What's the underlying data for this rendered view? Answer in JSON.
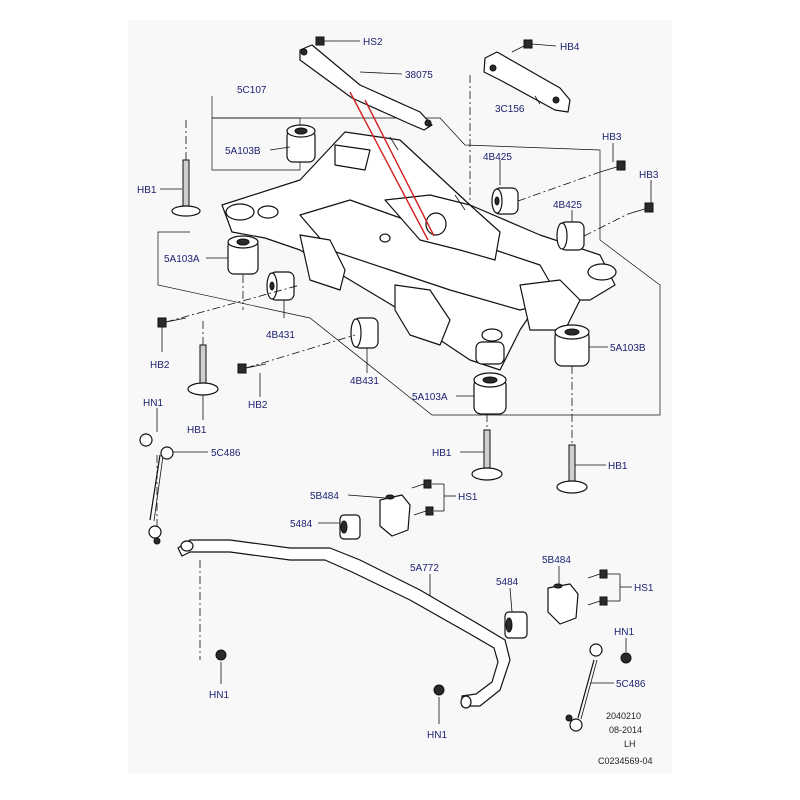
{
  "labels": {
    "hs2": "HS2",
    "p38075": "38075",
    "hb4": "HB4",
    "p3c156": "3C156",
    "p5c107": "5C107",
    "p5a103b_top": "5A103B",
    "hb1_left": "HB1",
    "p4b425_a": "4B425",
    "hb3_a": "HB3",
    "hb3_b": "HB3",
    "p4b425_b": "4B425",
    "p5a103a_left": "5A103A",
    "p4b431_a": "4B431",
    "hb2_a": "HB2",
    "p4b431_b": "4B431",
    "hb2_b": "HB2",
    "hb1_mid": "HB1",
    "p5a103b_right": "5A103B",
    "p5a103a_mid": "5A103A",
    "hn1_a": "HN1",
    "p5c486_a": "5C486",
    "hb1_low_left": "HB1",
    "hb1_low_right": "HB1",
    "p5b484_a": "5B484",
    "hs1_a": "HS1",
    "p5484_a": "5484",
    "p5a772": "5A772",
    "p5b484_b": "5B484",
    "p5484_b": "5484",
    "hs1_b": "HS1",
    "hn1_b": "HN1",
    "p5c486_b": "5C486",
    "hn1_c": "HN1",
    "hn1_d": "HN1"
  },
  "footer": {
    "code": "2040210",
    "date": "08-2014",
    "side": "LH",
    "ref": "C0234569-04"
  },
  "colors": {
    "label_text": "#1a1f6e",
    "highlight_line": "#d42020",
    "background": "#f8f8f8"
  }
}
